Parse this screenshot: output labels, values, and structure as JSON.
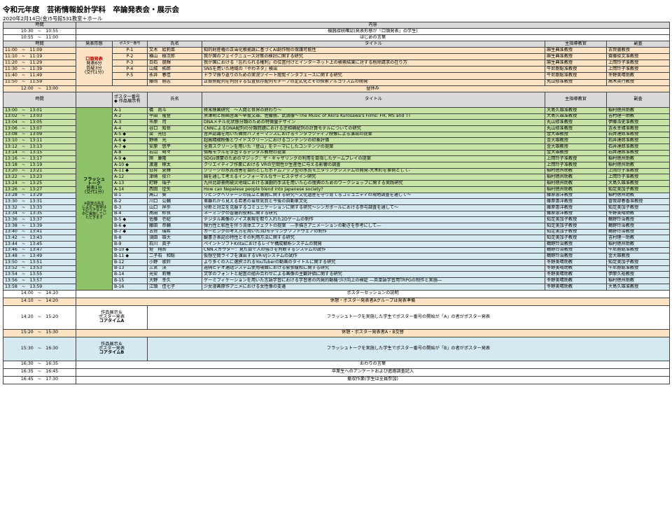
{
  "header": {
    "title": "令和元年度　芸術情報設計学科　卒論発表会・展示会",
    "subtitle": "2020年2月14日(金)5号館531教室＋ホール"
  },
  "top_header": {
    "time": "時間",
    "content": "内容"
  },
  "pre_rows": [
    {
      "time": "10:30　~　10:55",
      "content": "機器接続確認(発表形態が「口頭発表」の学生)"
    },
    {
      "time": "10:55　~　11:00",
      "content": "はじめの言葉"
    }
  ],
  "oral_header": {
    "time": "時間",
    "format": "発表形態",
    "poster": "ポスター番号",
    "name": "氏名",
    "title": "タイトル",
    "advisor": "主指導教官",
    "co": "副査"
  },
  "oral_format": {
    "l1": "口頭発表",
    "l2": "発表6分",
    "l3": "質疑3分",
    "l4": "(交代1分)"
  },
  "oral_rows": [
    {
      "time": "11:00　~　11:09",
      "poster": "P-1",
      "name": "又木　絵莉菜",
      "title": "知的財産権の正当化根拠論に基づくAI創作物の保護可能性",
      "advisor": "麻生典准教授",
      "co": "古賀徹教授"
    },
    {
      "time": "11:10　~　11:19",
      "poster": "P-2",
      "name": "横山　樹次郎",
      "title": "我が国のフェイクニュース対策の検討に関する研究",
      "advisor": "麻生典准教授",
      "co": "齋藤俊文准教授"
    },
    {
      "time": "11:20　~　11:29",
      "poster": "P-3",
      "name": "白石　朋輝",
      "title": "我が国における「忘れられる権利」の位置付けとインターネット上の検索結果に対する削除請求の在り方",
      "advisor": "麻生典准教授",
      "co": "上岡玲子准教授"
    },
    {
      "time": "11:30　~　11:39",
      "poster": "P-4",
      "name": "山城　拓郎",
      "title": "SNSを用いた地域の『やわネタ』検出",
      "advisor": "牛尼剛聡准教授",
      "co": "上岡玲子准教授"
    },
    {
      "time": "11:40　~　11:49",
      "poster": "P-5",
      "name": "永井　春佳",
      "title": "ドラマ振り返りのための実況ツイート閲覧インタフェースに関する研究",
      "advisor": "牛尼剛聡准教授",
      "co": "冬野美晴助教"
    },
    {
      "time": "11:50　~　11:59",
      "poster": "",
      "name": "藤岡　剛志",
      "title": "正負例配列を判別する位置依存配列モチーフの定式化とその探索アルゴリズムの開発",
      "advisor": "丸山修准教授",
      "co": "高木英行教授"
    }
  ],
  "lunch": {
    "time": "12:00　~　13:00",
    "content": "昼休み"
  },
  "flash_header": {
    "time": "時間",
    "poster1": "ポスター番号",
    "poster2": "◆ 作品展示有",
    "name": "氏名",
    "title": "タイトル",
    "advisor": "主指導教官",
    "co": "副査"
  },
  "flash_format": {
    "l1": "フラッシュ",
    "l2": "トーク",
    "l3": "発表1分",
    "l4": "(交代1分)"
  },
  "flash_note": {
    "l1": "※副査の先生",
    "l2": "によるご質疑は",
    "l3": "下記コアタイム",
    "l4": "中に実施してい",
    "l5": "ただきます"
  },
  "flash_rows": [
    {
      "time": "13:00　~　13:01",
      "poster": "A-1",
      "name": "橋　尚斗",
      "title": "終末映画研究　～人間と世界の終わり～",
      "advisor": "大島久雄准教授",
      "co": "稲村徳州助教"
    },
    {
      "time": "13:02　~　13:03",
      "poster": "A-2",
      "name": "平田　隆登",
      "title": "黒澤明と映画音楽～早坂文雄、佐藤勝、武満徹～The Music of Akira Kurosawa's Films: FH, MS and TT",
      "advisor": "大島久雄准教授",
      "co": "吉村理一助教"
    },
    {
      "time": "13:04　~　13:05",
      "poster": "A-3",
      "name": "市原　司",
      "title": "DNAメチル化状態分類のための特徴量デザイン",
      "advisor": "丸山修准教授",
      "co": "伊藤浩史准教授"
    },
    {
      "time": "13:06　~　13:07",
      "poster": "A-4",
      "name": "谷口　知世",
      "title": "CNNによるDNA配列の分類問題における逆相補配列の計算モデルについての研究",
      "advisor": "丸山修准教授",
      "co": "吉永幸靖准教授"
    },
    {
      "time": "13:08　~　13:09",
      "poster": "A-5 ◆",
      "name": "梁　光信",
      "title": "音声認識を用いた舞台パフォーマンスにおけるインタラクティブ映像による演出の提案",
      "advisor": "金大雄教授",
      "co": "石井達郎准教授"
    },
    {
      "time": "13:10　~　13:11",
      "poster": "A-6 ◆",
      "name": "野崎　光",
      "title": "超高精細映像とワイドスクリーンにおけるコンテンツの印象評価",
      "advisor": "金大雄教授",
      "co": "石井達郎准教授"
    },
    {
      "time": "13:12　~　13:13",
      "poster": "A-7 ◆",
      "name": "安原　悠平",
      "title": "全周スクリーンを用いた「登山」をテーマにしたコンテンツの提案",
      "advisor": "金大雄教授",
      "co": "石井達郎准教授"
    },
    {
      "time": "13:14　~　13:15",
      "poster": "A-8",
      "name": "右山　萌々",
      "title": "情報モラルを学習するデジタル教材の提案",
      "advisor": "金大雄教授",
      "co": "石井達郎准教授"
    },
    {
      "time": "13:16　~　13:17",
      "poster": "A-9 ◆",
      "name": "関　康隆",
      "title": "SDGs啓蒙のためのマジック：ザ・ギャザリングの利用を目指したゲームプレイの提案",
      "advisor": "上岡玲子准教授",
      "co": "稲村徳州助教"
    },
    {
      "time": "13:18　~　13:19",
      "poster": "A-10 ◆",
      "name": "渡邊　稼太",
      "title": "クリエイティブ作業における VRの空間性が生産性に与える影響の調査",
      "advisor": "上岡玲子准教授",
      "co": "稲村徳州助教"
    },
    {
      "time": "13:20　~　13:21",
      "poster": "A-11 ◆",
      "name": "日昇　夏輝",
      "title": "クリークの水質改善を目的としたボトムアップ型の水質モニタリングシステムの開発-大木町を事例として-",
      "advisor": "稲村徳州助教",
      "co": "上岡玲子准教授"
    },
    {
      "time": "13:22　~　13:23",
      "poster": "A-12",
      "name": "津崎　俊介",
      "title": "鍋を通して考えるインフォーマルなサービスデザイン研究",
      "advisor": "稲村徳州助教",
      "co": "上岡玲子准教授"
    },
    {
      "time": "13:24　~　13:25",
      "poster": "A-13",
      "name": "町野　瑞子",
      "title": "九州北部豪雨被災地域における演劇的手法を用いた心の復興のためのワークショップに関する実践研究",
      "advisor": "稲村徳州助教",
      "co": "大島久雄准教授"
    },
    {
      "time": "13:26　~　13:27",
      "poster": "A-14",
      "name": "西田　征矢",
      "title": "How can Nepalese people blend into Japanese society?",
      "advisor": "稲村徳州助教",
      "co": "知足美加子教授"
    },
    {
      "time": "13:28　~　13:29",
      "poster": "B-1",
      "name": "高口　葵",
      "title": "リビングヘリテージの成立と展開に関する研究～文化遺産を守り育てるコミュニティの現地調査を通して～",
      "advisor": "藤原惠洋教授",
      "co": "稲村徳州助教"
    },
    {
      "time": "13:30　~　13:31",
      "poster": "B-2",
      "name": "川口　公輔",
      "title": "車離れから見える若者の当世気質と今後の自動車文化",
      "advisor": "藤原惠洋教授",
      "co": "曽我部春香准教授"
    },
    {
      "time": "13:32　~　13:33",
      "poster": "B-3",
      "name": "山口　祥歩",
      "title": "分断と対立を克服するコミュニケーションに関する研究～シンガポールにおける参与調査を通して～",
      "advisor": "藤原惠洋教授",
      "co": "知足美加子教授"
    },
    {
      "time": "13:34　~　13:35",
      "poster": "B-4",
      "name": "髙田　紗良",
      "title": "ネーミングの普遍的役割に関する研究",
      "advisor": "藤原惠洋教授",
      "co": "冬野美晴助教"
    },
    {
      "time": "13:36　~　13:37",
      "poster": "B-5 ◆",
      "name": "佐藤　壱紀",
      "title": "デジタル画像のノイズ表現を取り入れた2Dゲームの制作",
      "advisor": "知足美加子教授",
      "co": "鶴野玲治教授"
    },
    {
      "time": "13:38　~　13:39",
      "poster": "B-6 ◆",
      "name": "藤田　恭輔",
      "title": "弾力性と粘性を伴う流体エフェクトの提案　―手描きアニメーションの動きを参考にして―",
      "advisor": "知足美加子教授",
      "co": "鶴野玲治教授"
    },
    {
      "time": "13:40　~　13:41",
      "poster": "B-7 ◆",
      "name": "古賀　瑞希",
      "title": "カービングの考え方を用いた3Dモデリングソフトウェアの制作",
      "advisor": "知足美加子教授",
      "co": "鶴野玲治教授"
    },
    {
      "time": "13:42　~　13:43",
      "poster": "B-8",
      "name": "須田　雄大",
      "title": "観書き表記の特性とその利用方法に関する研究",
      "advisor": "知足美加子教授",
      "co": "吉村理一助教"
    },
    {
      "time": "13:44　~　13:45",
      "poster": "B-9",
      "name": "石川　眞子",
      "title": "ペイントソフトKritaにおけるレイヤ構成解析システムの開発",
      "advisor": "鶴野玲治教授",
      "co": "稲村徳州助教"
    },
    {
      "time": "13:46　~　13:47",
      "poster": "B-10 ◆",
      "name": "堤　翔吾",
      "title": "CNNスカウター：見た目で人の強さを判断するシステムの試作",
      "advisor": "鶴野玲治教授",
      "co": "牛尼剛聡准教授"
    },
    {
      "time": "13:48　~　13:49",
      "poster": "B-11 ◆",
      "name": "二子石　和聡",
      "title": "仮想空間ライブを演出するVR-VJシステムの試作",
      "advisor": "鶴野玲治教授",
      "co": "金大雄教授"
    },
    {
      "time": "13:50　~　13:51",
      "poster": "B-12",
      "name": "小野　歌鈴",
      "title": "より多くの人に選択されるYouTuberの動画のタイトルに関する研究",
      "advisor": "冬野美晴助教",
      "co": "知足美加子教授"
    },
    {
      "time": "13:52　~　13:53",
      "poster": "B-13",
      "name": "三宮　渓",
      "title": "遠隔ビデオ通話システム使用場面における緊張緩和に関する研究",
      "advisor": "冬野美晴助教",
      "co": "牛尼剛聡准教授"
    },
    {
      "time": "13:54　~　13:55",
      "poster": "B-14",
      "name": "光安　莉穂",
      "title": "文字のフォントと配置の組み合わせによる画像の主観評価に関する研究",
      "advisor": "冬野美晴助教",
      "co": "伊原久裕教授"
    },
    {
      "time": "13:56　~　13:57",
      "poster": "B-15",
      "name": "大野　幸久",
      "title": "ゲーミフィケーションを用いた言語学習における学習者の内発的動機づけ向上の検証 ―英単語学習用TRPGの制作と実施―",
      "advisor": "冬野美晴助教",
      "co": "稲村徳州助教"
    },
    {
      "time": "13:58　~　13:59",
      "poster": "B-16",
      "name": "江頭　佳七子",
      "title": "少女漫画原作アニメにおける女性像の変遷",
      "advisor": "冬野美晴助教",
      "co": "大島久雄准教授"
    }
  ],
  "post_rows": [
    {
      "time": "14:00　~　14:10",
      "content": "ポスターセッションの説明"
    },
    {
      "time": "14:10　~　14:20",
      "content": "休憩・ポスター発表者Aグループは発表準備"
    }
  ],
  "core_a": {
    "time": "14:20　~　15:20",
    "l1": "作品展示＆",
    "l2": "ポスター発表",
    "l3": "コアタイムA",
    "content": "フラッシュトークを実施した学生でポスター番号の開始が「A」の者がポスター発表"
  },
  "break_ab": {
    "time": "15:20　~　15:30",
    "content": "休憩・ポスター発表者A・B交替"
  },
  "core_b": {
    "time": "15:30　~　16:30",
    "l1": "作品展示＆",
    "l2": "ポスター発表",
    "l3": "コアタイムB",
    "content": "フラッシュトークを実施した学生でポスター番号の開始が「B」の者がポスター発表"
  },
  "end_rows": [
    {
      "time": "16:30　~　16:35",
      "content": "おわりの言葉"
    },
    {
      "time": "16:35　~　16:45",
      "content": "卒業生へのアンケートおよび進路調査記入"
    },
    {
      "time": "16:45　~　17:30",
      "content": "撤収作業(学生は全員参加)"
    }
  ],
  "colors": {
    "gray": "#d9d9d9",
    "peach": "#fbe3c3",
    "green": "#c8e3a6",
    "green_band": "#8dc26a",
    "blue": "#d4e9f0"
  }
}
